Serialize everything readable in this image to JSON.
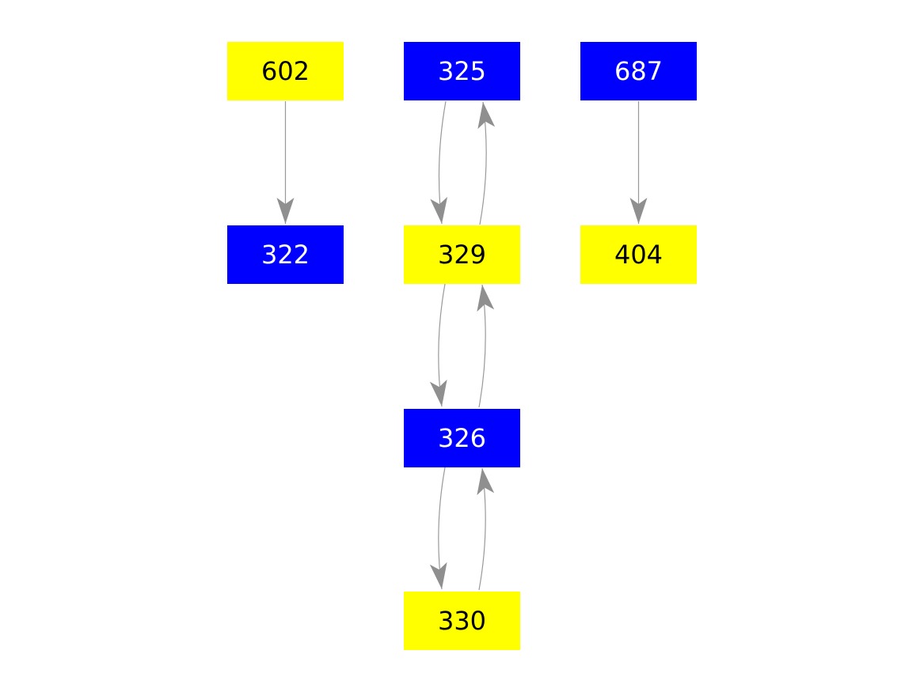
{
  "diagram": {
    "type": "directed-graph",
    "background": "#ffffff",
    "edge_line_color": "#999999",
    "arrowhead_color": "#8f8f8f"
  },
  "colors": {
    "blue": "#0000ff",
    "yellow": "#ffff00",
    "text_on_blue": "#ffffff",
    "text_on_yellow": "#000000"
  },
  "nodes": [
    {
      "id": "602",
      "label": "602",
      "fill": "yellow",
      "column": 1,
      "row": 1
    },
    {
      "id": "325",
      "label": "325",
      "fill": "blue",
      "column": 2,
      "row": 1
    },
    {
      "id": "687",
      "label": "687",
      "fill": "blue",
      "column": 3,
      "row": 1
    },
    {
      "id": "322",
      "label": "322",
      "fill": "blue",
      "column": 1,
      "row": 2
    },
    {
      "id": "329",
      "label": "329",
      "fill": "yellow",
      "column": 2,
      "row": 2
    },
    {
      "id": "404",
      "label": "404",
      "fill": "yellow",
      "column": 3,
      "row": 2
    },
    {
      "id": "326",
      "label": "326",
      "fill": "blue",
      "column": 2,
      "row": 3
    },
    {
      "id": "330",
      "label": "330",
      "fill": "yellow",
      "column": 2,
      "row": 4
    }
  ],
  "edges": [
    {
      "from": "602",
      "to": "322",
      "style": "straight"
    },
    {
      "from": "687",
      "to": "404",
      "style": "straight"
    },
    {
      "from": "325",
      "to": "329",
      "style": "curved-left"
    },
    {
      "from": "329",
      "to": "325",
      "style": "curved-right"
    },
    {
      "from": "329",
      "to": "326",
      "style": "curved-left"
    },
    {
      "from": "326",
      "to": "329",
      "style": "curved-right"
    },
    {
      "from": "326",
      "to": "330",
      "style": "curved-left"
    },
    {
      "from": "330",
      "to": "326",
      "style": "curved-right"
    }
  ]
}
